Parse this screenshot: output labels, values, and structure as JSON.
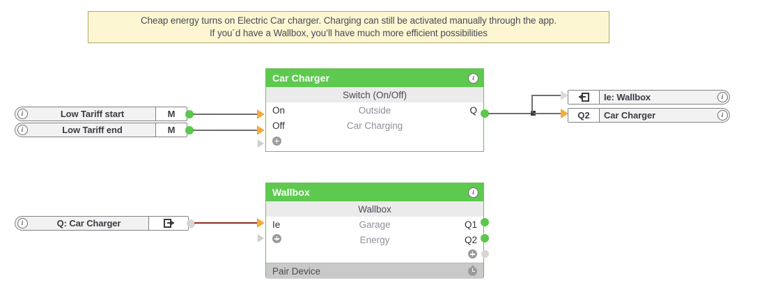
{
  "note": {
    "line1": "Cheap energy turns on Electric Car charger. Charging can still be activated manually through the app.",
    "line2": "If you´d have a Wallbox, you’ll have much more efficient possibilities"
  },
  "colors": {
    "block_green": "#5ec94f",
    "note_bg": "#fcf6d2",
    "note_border": "#b2a46a",
    "connector_green": "#5cc74d",
    "connector_orange": "#f5a93c",
    "wire_gray": "#6f6f6f",
    "wire_red": "#8e2b20",
    "subheader_gray": "#ebebeb",
    "footer_gray": "#c9c9c9"
  },
  "inputs": [
    {
      "icon": "info-icon",
      "label": "Low Tariff start",
      "terminal": "M",
      "connector": "green"
    },
    {
      "icon": "info-icon",
      "label": "Low Tariff end",
      "terminal": "M",
      "connector": "green"
    }
  ],
  "source_node": {
    "icon": "info-icon",
    "label": "Q: Car Charger",
    "terminal_icon": "export-icon",
    "connector": "gray"
  },
  "outputs": [
    {
      "terminal_icon": "import-icon",
      "terminal_text": "",
      "label": "Ie: Wallbox",
      "icon": "info-icon",
      "connector": "gray"
    },
    {
      "terminal_icon": "",
      "terminal_text": "Q2",
      "label": "Car Charger",
      "icon": "info-icon",
      "connector": "orange"
    }
  ],
  "blocks": [
    {
      "title": "Car Charger",
      "header_icon": "info-icon",
      "subtitle": "Switch (On/Off)",
      "rows": [
        {
          "left": "On",
          "mid": "Outside",
          "right": "Q"
        },
        {
          "left": "Off",
          "mid": "Car Charging",
          "right": ""
        }
      ],
      "add_row_icon": "plus-icon",
      "footer": null
    },
    {
      "title": "Wallbox",
      "header_icon": "info-icon",
      "subtitle": "Wallbox",
      "rows": [
        {
          "left": "Ie",
          "mid": "Garage",
          "right": "Q1"
        },
        {
          "left": "",
          "mid": "Energy",
          "right": "Q2"
        }
      ],
      "add_row_icon": "plus-icon",
      "footer": {
        "label": "Pair Device",
        "icon": "clock-icon"
      }
    }
  ]
}
